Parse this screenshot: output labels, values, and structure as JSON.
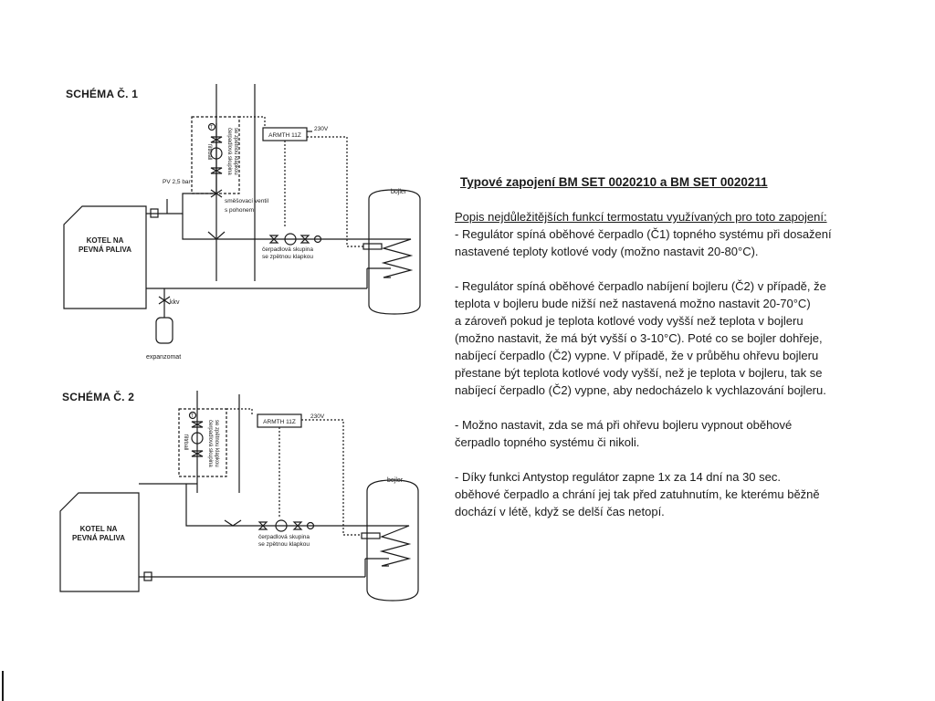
{
  "schema1": {
    "title": "SCHÉMA Č. 1",
    "boiler": [
      "KOTEL NA",
      "PEVNÁ PALIVA"
    ],
    "regulator": "ARMTH 11Z",
    "voltage": "230V",
    "tank": "bojler",
    "pv": "PV 2,5 bar",
    "mixing_valve": [
      "směšovací ventil",
      "s pohonem"
    ],
    "pump_group_vertical": [
      "čerpadlová skupina",
      "se zpětnou klapkou"
    ],
    "filter": "filtrball",
    "pump_group": [
      "čerpadlová skupina",
      "se zpětnou klapkou"
    ],
    "kkv": "kkv",
    "expansion": "expanzomat",
    "sensor": "T"
  },
  "schema2": {
    "title": "SCHÉMA Č. 2",
    "boiler": [
      "KOTEL NA",
      "PEVNÁ PALIVA"
    ],
    "regulator": "ARMTH 11Z",
    "voltage": "230V",
    "tank": "bojler",
    "pump_group_vertical": [
      "čerpadlová skupina",
      "se zpětnou klapkou"
    ],
    "filter": "filtrball",
    "pump_group": [
      "čerpadlová skupina",
      "se zpětnou klapkou"
    ],
    "sensor": "T"
  },
  "text": {
    "heading": "Typové zapojení BM SET 0020210 a BM SET 0020211",
    "intro": "Popis nejdůležitějších funkcí termostatu využívaných pro toto zapojení:",
    "paragraphs": [
      [
        "   -  Regulátor spíná oběhové čerpadlo (Č1) topného systému při dosažení",
        "nastavené teploty kotlové vody (možno nastavit 20-80°C)."
      ],
      [
        "   -  Regulátor spíná oběhové čerpadlo nabíjení bojleru (Č2) v případě, že",
        "teplota v bojleru bude nižší než nastavená možno nastavit 20-70°C)",
        "a zároveň pokud je teplota kotlové vody vyšší než teplota v bojleru",
        "(možno nastavit, že má být vyšší o 3-10°C). Poté co se bojler dohřeje,",
        "nabíjecí čerpadlo (Č2) vypne. V případě, že v průběhu ohřevu bojleru",
        "přestane být teplota kotlové vody vyšší, než je teplota v bojleru, tak se",
        "nabíjecí čerpadlo (Č2) vypne, aby nedocházelo k vychlazování bojleru."
      ],
      [
        "   -  Možno nastavit, zda se má při ohřevu bojleru vypnout oběhové",
        "čerpadlo topného systému či nikoli."
      ],
      [
        "   -  Díky funkci Antystop regulátor zapne 1x za 14 dní na 30 sec.",
        "oběhové čerpadlo a chrání jej tak před zatuhnutím, ke kterému běžně",
        "dochází v létě, když se delší čas netopí."
      ]
    ]
  }
}
